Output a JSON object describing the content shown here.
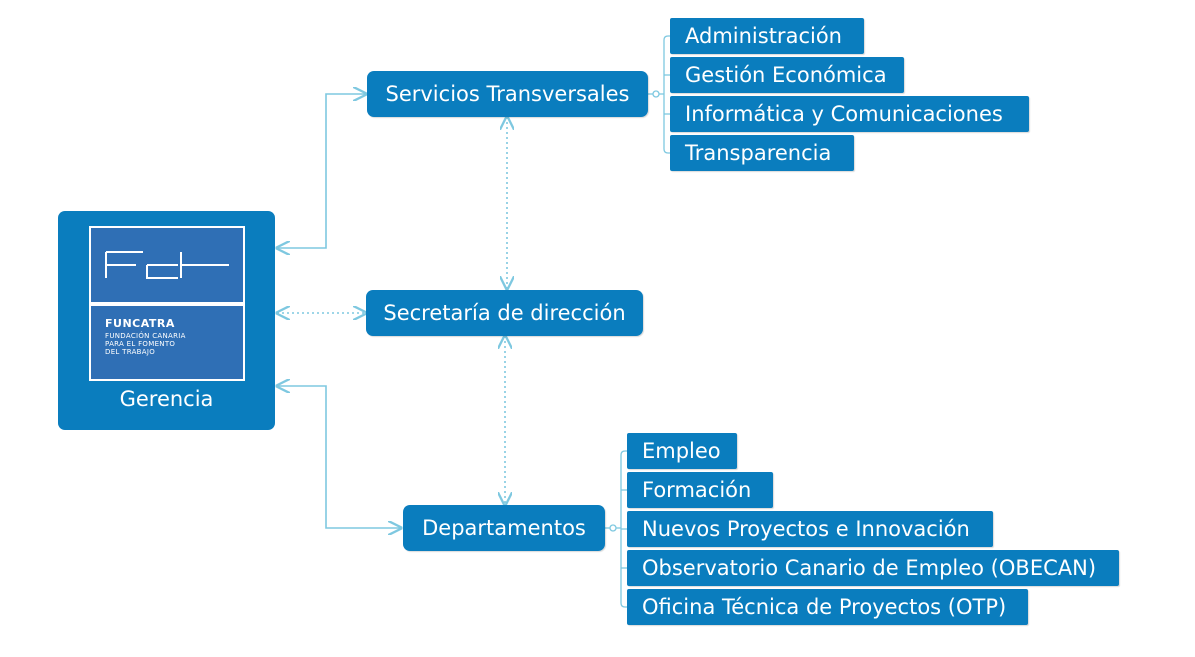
{
  "diagram": {
    "root": {
      "label": "Gerencia",
      "logo": {
        "name": "FUNCATRA",
        "subtitle_lines": [
          "FUNDACIÓN CANARIA",
          "PARA EL FOMENTO",
          "DEL TRABAJO"
        ]
      }
    },
    "branches": {
      "servicios": {
        "label": "Servicios Transversales",
        "children": [
          "Administración",
          "Gestión Económica",
          "Informática y Comunicaciones",
          "Transparencia"
        ]
      },
      "secretaria": {
        "label": "Secretaría de dirección"
      },
      "departamentos": {
        "label": "Departamentos",
        "children": [
          "Empleo",
          "Formación",
          "Nuevos Proyectos e Innovación",
          "Observatorio Canario de Empleo (OBECAN)",
          "Oficina Técnica de Proyectos (OTP)"
        ]
      }
    },
    "colors": {
      "node": "#0a7dbe",
      "connector": "#7ec8e0",
      "logo_blue": "#2f6fb5"
    }
  }
}
